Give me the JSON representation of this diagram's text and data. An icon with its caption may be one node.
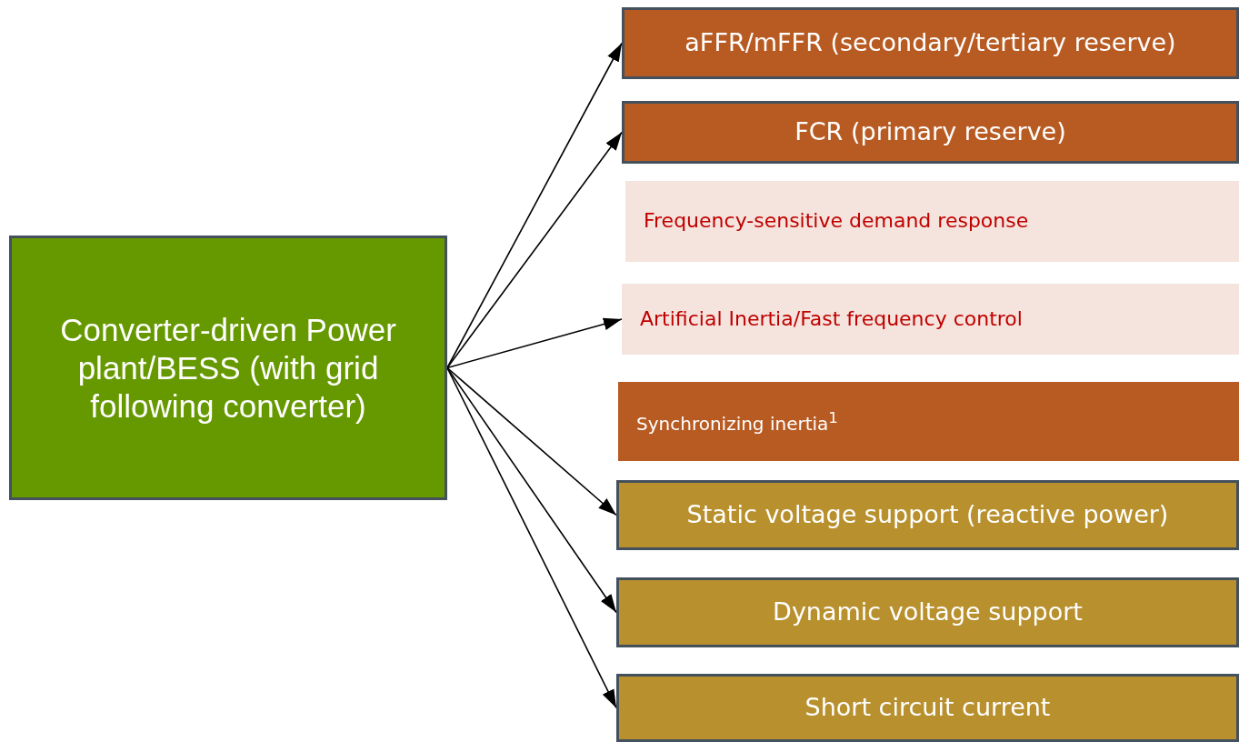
{
  "diagram": {
    "nodes": [
      {
        "text": [
          "Converter-driven Power plant/BESS (with grid following converter)"
        ]
      },
      {
        "text": [
          "aFFR/mFFR (secondary/tertiary reserve)"
        ]
      },
      {
        "text": [
          "FCR (primary reserve)"
        ]
      },
      {
        "text": [
          "Frequency-sensitive demand response"
        ]
      },
      {
        "text": [
          "Artificial Inertia/Fast frequency control"
        ]
      },
      {
        "text": [
          "Synchronizing inertia$^{1}$"
        ]
      },
      {
        "text": [
          "Static voltage support (reactive power)"
        ]
      },
      {
        "text": [
          "Dynamic voltage support"
        ]
      },
      {
        "text": [
          "Short circuit current"
        ]
      }
    ],
    "edges": [
      {
        "from": 0,
        "to": 1,
        "arrow": "to"
      },
      {
        "from": 0,
        "to": 2,
        "arrow": "to"
      },
      {
        "from": 0,
        "to": 4,
        "arrow": "to"
      },
      {
        "from": 0,
        "to": 6,
        "arrow": "to"
      },
      {
        "from": 0,
        "to": 7,
        "arrow": "to"
      },
      {
        "from": 0,
        "to": 8,
        "arrow": "to"
      }
    ]
  }
}
